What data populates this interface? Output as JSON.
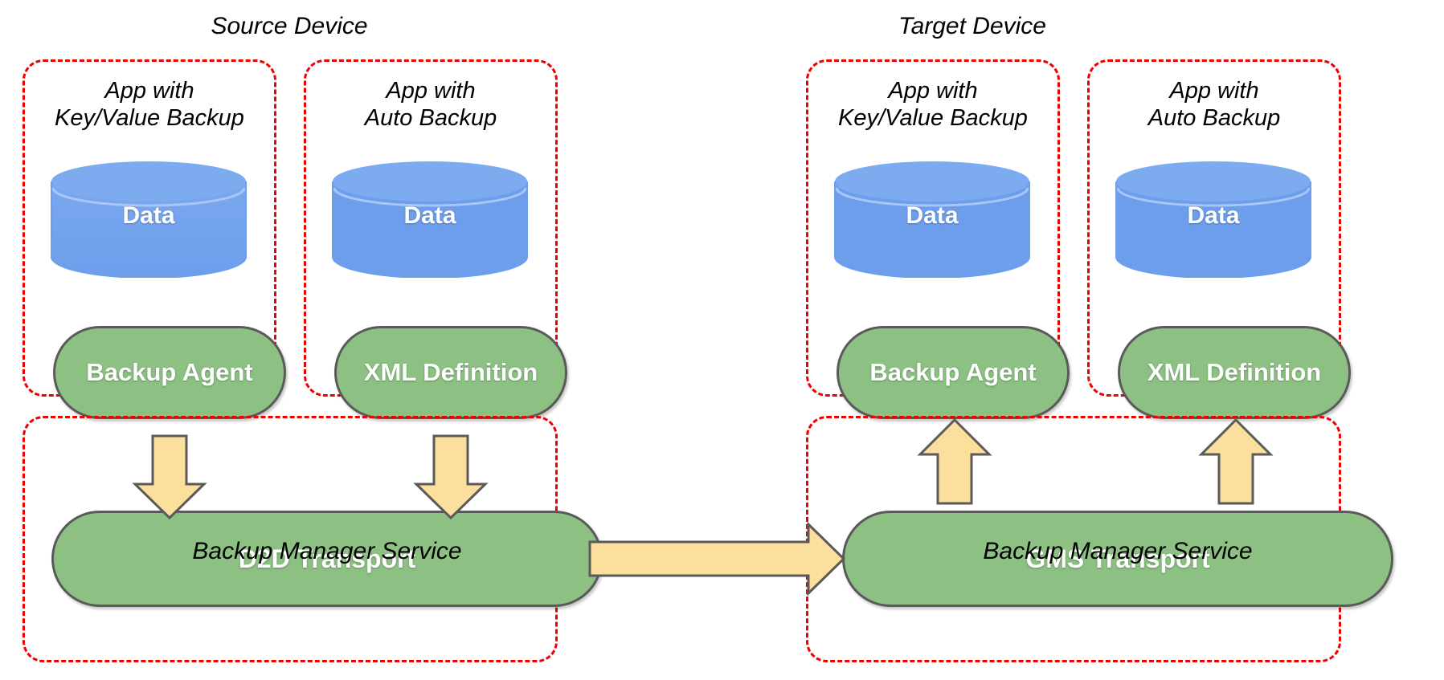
{
  "diagram": {
    "title_source": "Source Device",
    "title_target": "Target Device",
    "colors": {
      "dashed_border": "#ee0000",
      "cylinder_fill": "#6d9eeb",
      "box_fill": "#8cc183",
      "box_stroke": "#5a5a5a",
      "arrow_fill": "#fcdf9c",
      "arrow_stroke": "#5a5a5a",
      "text_on_fill": "#ffffff",
      "text_plain": "#000000",
      "background": "#ffffff"
    },
    "devices": [
      {
        "name": "source-device",
        "title": "Source Device",
        "apps": [
          {
            "label": "App with\nKey/Value Backup",
            "data_label": "Data",
            "component_label": "Backup Agent"
          },
          {
            "label": "App with\nAuto Backup",
            "data_label": "Data",
            "component_label": "XML Definition"
          }
        ],
        "service": {
          "transport_label": "D2D Transport",
          "service_label": "Backup Manager Service"
        }
      },
      {
        "name": "target-device",
        "title": "Target Device",
        "apps": [
          {
            "label": "App with\nKey/Value Backup",
            "data_label": "Data",
            "component_label": "Backup Agent"
          },
          {
            "label": "App with\nAuto Backup",
            "data_label": "Data",
            "component_label": "XML Definition"
          }
        ],
        "service": {
          "transport_label": "GMS Transport",
          "service_label": "Backup Manager Service"
        }
      }
    ],
    "arrows": [
      {
        "name": "arrow-backup-agent-to-d2d",
        "direction": "down"
      },
      {
        "name": "arrow-xml-definition-to-d2d",
        "direction": "down"
      },
      {
        "name": "arrow-d2d-to-gms",
        "direction": "right"
      },
      {
        "name": "arrow-gms-to-backup-agent",
        "direction": "up"
      },
      {
        "name": "arrow-gms-to-xml-definition",
        "direction": "up"
      }
    ]
  }
}
